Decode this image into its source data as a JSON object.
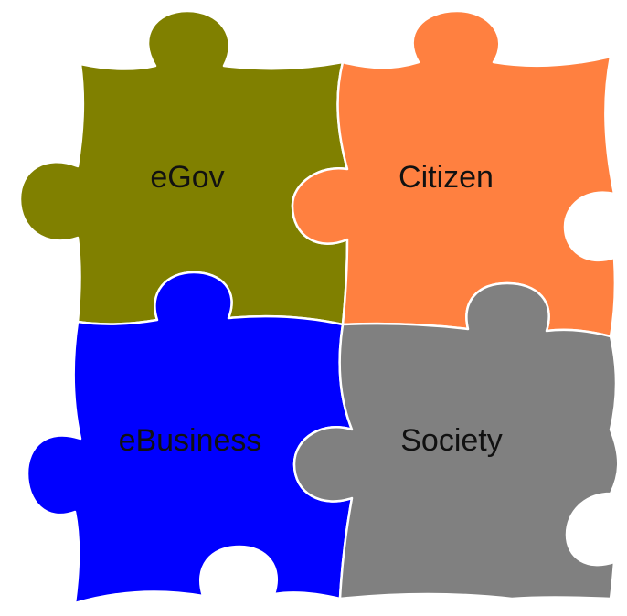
{
  "pieces": {
    "top_left": {
      "label": "eGov",
      "color": "#808000"
    },
    "top_right": {
      "label": "Citizen",
      "color": "#ff8040"
    },
    "bottom_left": {
      "label": "eBusiness",
      "color": "#0000ff"
    },
    "bottom_right": {
      "label": "Society",
      "color": "#808080"
    }
  },
  "background": "#ffffff"
}
